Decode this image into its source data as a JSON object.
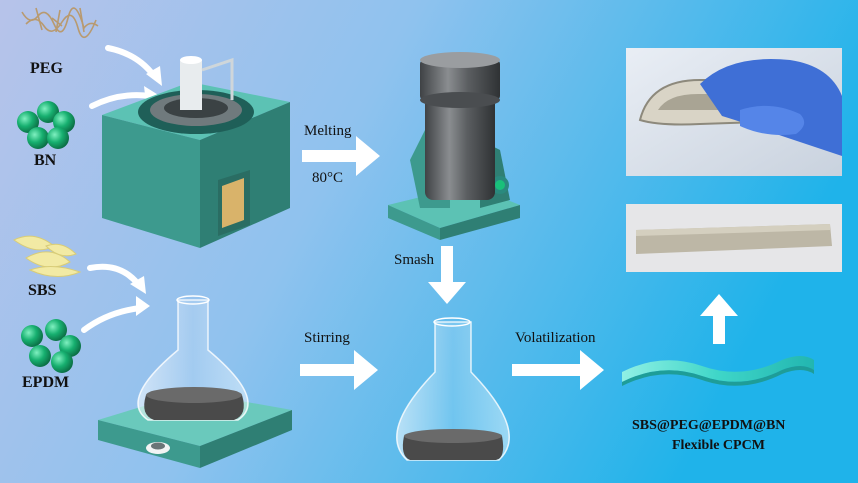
{
  "materials": {
    "peg": "PEG",
    "bn": "BN",
    "sbs": "SBS",
    "epdm": "EPDM"
  },
  "steps": {
    "melting": "Melting",
    "temperature": "80°C",
    "smash": "Smash",
    "stirring": "Stirring",
    "volatilization": "Volatilization"
  },
  "product": {
    "name": "SBS@PEG@EPDM@BN",
    "type": "Flexible CPCM"
  },
  "colors": {
    "bg_left": "#aebce6",
    "bg_right": "#2fb8ea",
    "equipment_teal": "#3d9a8e",
    "ball_green": "#19b070",
    "arrow": "#ffffff"
  }
}
